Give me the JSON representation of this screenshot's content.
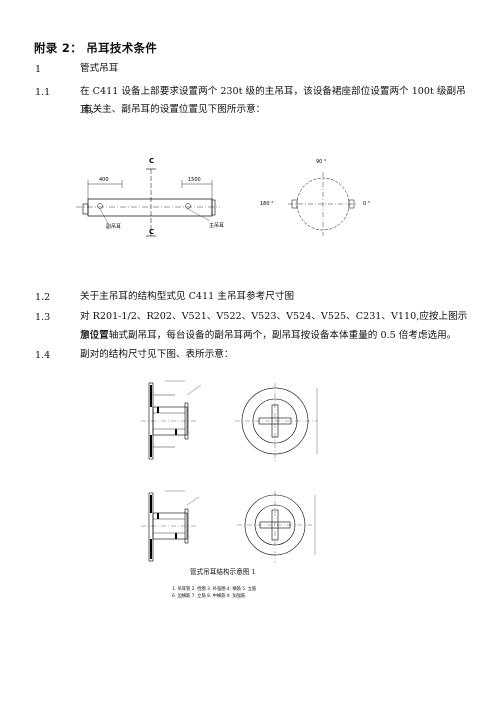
{
  "appendix_title": "附录 2： 吊耳技术条件",
  "sections": [
    {
      "num": "1",
      "text": "管式吊耳"
    },
    {
      "num": "1.1",
      "text": "在 C411 设备上部要求设置两个 230t 级的主吊耳，该设备裙座部位设置两个 100t 级副吊耳，",
      "text_cont": "有关主、副吊耳的设置位置见下图所示意："
    },
    {
      "num": "1.2",
      "text": "关于主吊耳的结构型式见 C411 主吊耳参考尺寸图"
    },
    {
      "num": "1.3",
      "text": "对 R201-1/2、R202、V521、V522、V523、V524、V525、C231、V110,应按上图示意位置",
      "text_cont": "加设管轴式副吊耳，每台设备的副吊耳两个，副吊耳按设备本体重量的 0.5 倍考虑选用。"
    },
    {
      "num": "1.4",
      "text": "副对的结构尺寸见下图、表所示意："
    }
  ],
  "fig1": {
    "section_label_top": "C",
    "section_label_bottom": "C",
    "dim_left": "400",
    "dim_right": "1500",
    "label_aux": "副吊耳",
    "label_main": "主吊耳",
    "angle_90": "90 °",
    "angle_180": "180 °",
    "angle_0": "0 °"
  },
  "fig2": {
    "caption": "管式吊耳结构示意图 1",
    "legend_line1": "1. 吊耳管    2. 挡圈    3. 补强圈    4. 横筋    5. 立筋",
    "legend_line2": "6. 边横筋    7. 立筋    8. 中横筋    9. 加强筋"
  }
}
